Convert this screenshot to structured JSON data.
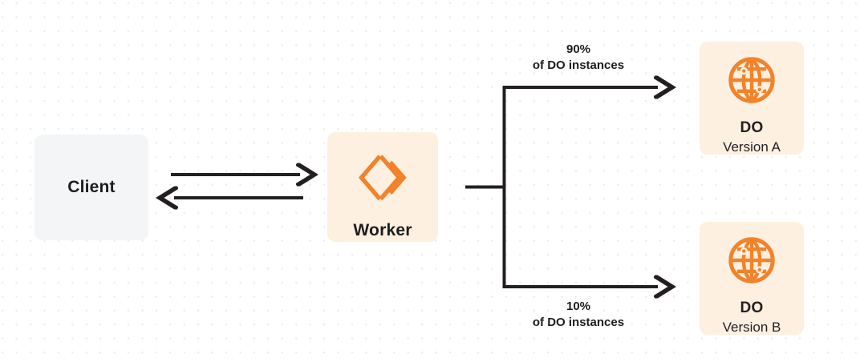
{
  "diagram": {
    "nodes": {
      "client": {
        "label": "Client",
        "bg": "#f4f5f7"
      },
      "worker": {
        "label": "Worker",
        "icon": "cloudflare-workers-logo",
        "bg": "#fdf0e1",
        "accent": "#f2832a"
      },
      "do_a": {
        "title": "DO",
        "subtitle": "Version A",
        "icon": "globe-icon",
        "bg": "#fdf0e1",
        "accent": "#f2832a"
      },
      "do_b": {
        "title": "DO",
        "subtitle": "Version B",
        "icon": "globe-icon",
        "bg": "#fdf0e1",
        "accent": "#f2832a"
      }
    },
    "edges": {
      "top": {
        "percent": "90%",
        "caption": "of DO instances"
      },
      "bottom": {
        "percent": "10%",
        "caption": "of DO instances"
      }
    },
    "colors": {
      "stroke": "#231f20",
      "accent": "#f2832a",
      "text": "#1d1d1f",
      "dot_grid": "#ececec",
      "canvas": "#ffffff"
    }
  }
}
